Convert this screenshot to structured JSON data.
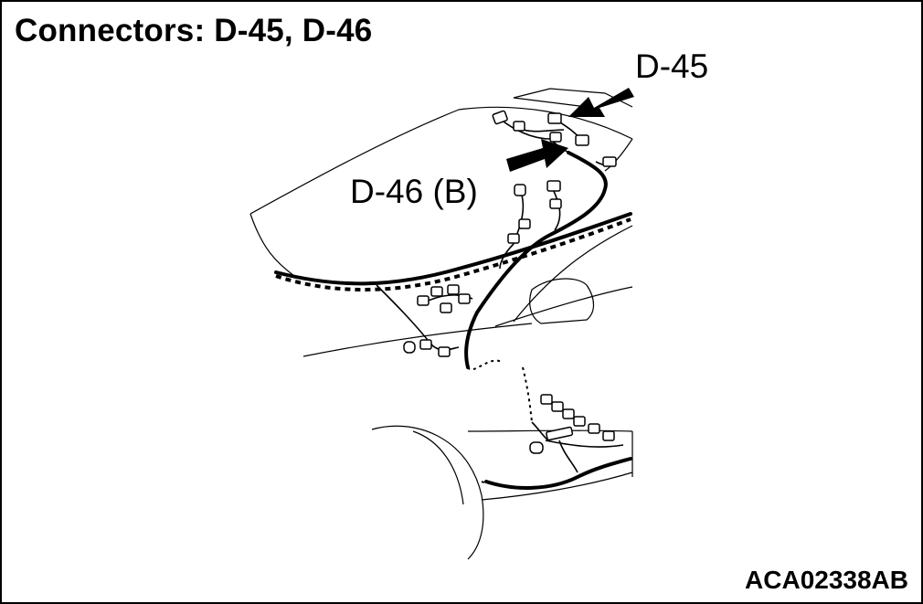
{
  "title": "Connectors: D-45, D-46",
  "callouts": {
    "d45": "D-45",
    "d46": "D-46 (B)"
  },
  "figure_id": "ACA02338AB"
}
